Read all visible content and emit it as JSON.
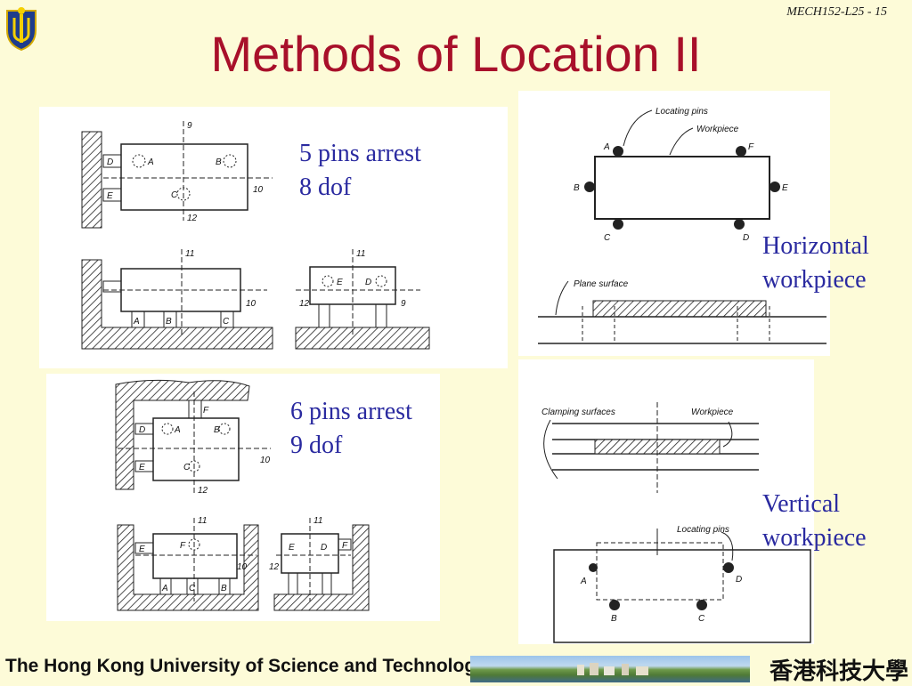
{
  "header": {
    "slide_number": "MECH152-L25 - 15",
    "title": "Methods of Location II"
  },
  "captions": {
    "five_pins_line1": "5 pins arrest",
    "five_pins_line2": "8 dof",
    "six_pins_line1": "6 pins arrest",
    "six_pins_line2": "9 dof",
    "horizontal_line1": "Horizontal",
    "horizontal_line2": "workpiece",
    "vertical_line1": "Vertical",
    "vertical_line2": "workpiece"
  },
  "diagram_labels": {
    "top_left": {
      "x_axis": "9",
      "y_axis": "10",
      "z_axis": "12",
      "pins": [
        "D",
        "A",
        "B",
        "E",
        "C"
      ]
    },
    "mid_left": {
      "z_axis": "11",
      "y_axis": "10",
      "pins": [
        "A",
        "B",
        "C"
      ]
    },
    "mid_right": {
      "z_axis": "11",
      "x_axis": "12",
      "axis_right": "9",
      "pins": [
        "E",
        "D"
      ]
    },
    "lower_top": {
      "f_label": "F",
      "y_axis": "10",
      "z_axis": "12",
      "pins": [
        "D",
        "A",
        "B",
        "E",
        "C"
      ]
    },
    "lower_left": {
      "z_axis": "11",
      "y_axis": "10",
      "pins": [
        "E",
        "F",
        "A",
        "C",
        "B"
      ]
    },
    "lower_right": {
      "z_axis": "11",
      "x_axis": "12",
      "pins": [
        "E",
        "D",
        "F"
      ]
    },
    "horizontal": {
      "locating_pins": "Locating pins",
      "workpiece": "Workpiece",
      "plane_surface": "Plane surface",
      "pins": [
        "A",
        "F",
        "B",
        "E",
        "C",
        "D"
      ]
    },
    "vertical": {
      "clamping_surfaces": "Clamping surfaces",
      "workpiece": "Workpiece",
      "locating_pins": "Locating pins",
      "pins": [
        "A",
        "D",
        "B",
        "C"
      ]
    }
  },
  "footer": {
    "university_en": "The Hong Kong University of Science and Technology",
    "university_zh": "香港科技大學"
  },
  "colors": {
    "background": "#fdfbd8",
    "title": "#a8102a",
    "caption": "#2a2aa0"
  }
}
